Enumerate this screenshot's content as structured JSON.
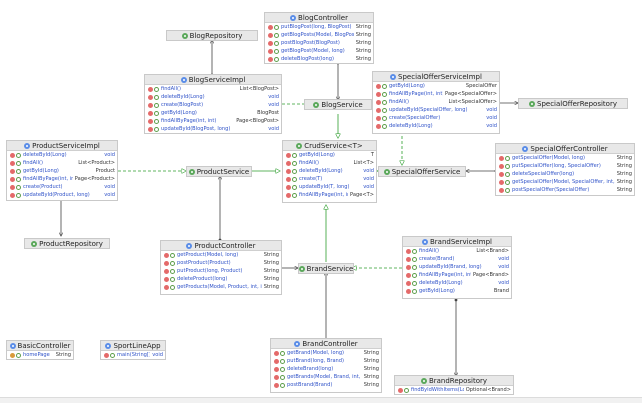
{
  "colors": {
    "realization": "#2e9e2e",
    "dependency": "#444444",
    "method_icon": "#e46a6a",
    "field_icon": "#d99a3b"
  },
  "boxes": {
    "blog_controller": {
      "title": "BlogController",
      "members": [
        {
          "n": "putBlogPost(long, BlogPost)",
          "t": "String"
        },
        {
          "n": "getBlogPosts(Model, BlogPost, int, int)",
          "t": "String"
        },
        {
          "n": "postBlogPost(BlogPost)",
          "t": "String"
        },
        {
          "n": "getBlogPost(Model, long)",
          "t": "String"
        },
        {
          "n": "deleteBlogPost(long)",
          "t": "String"
        }
      ]
    },
    "blog_repository": {
      "title": "BlogRepository",
      "members": []
    },
    "blog_service_impl": {
      "title": "BlogServiceImpl",
      "members": [
        {
          "n": "findAll()",
          "t": "List<BlogPost>"
        },
        {
          "n": "deleteById(Long)",
          "t": "void"
        },
        {
          "n": "create(BlogPost)",
          "t": "void"
        },
        {
          "n": "getById(Long)",
          "t": "BlogPost"
        },
        {
          "n": "findAllByPage(int, int)",
          "t": "Page<BlogPost>"
        },
        {
          "n": "updateById(BlogPost, long)",
          "t": "void"
        }
      ]
    },
    "blog_service": {
      "title": "BlogService",
      "members": []
    },
    "special_offer_service_impl": {
      "title": "SpecialOfferServiceImpl",
      "members": [
        {
          "n": "getById(Long)",
          "t": "SpecialOffer"
        },
        {
          "n": "findAllByPage(int, int)",
          "t": "Page<SpecialOffer>"
        },
        {
          "n": "findAll()",
          "t": "List<SpecialOffer>"
        },
        {
          "n": "updateById(SpecialOffer, long)",
          "t": "void"
        },
        {
          "n": "create(SpecialOffer)",
          "t": "void"
        },
        {
          "n": "deleteById(Long)",
          "t": "void"
        }
      ]
    },
    "special_offer_repository": {
      "title": "SpecialOfferRepository",
      "members": []
    },
    "product_service_impl": {
      "title": "ProductServiceImpl",
      "members": [
        {
          "n": "deleteById(Long)",
          "t": "void"
        },
        {
          "n": "findAll()",
          "t": "List<Product>"
        },
        {
          "n": "getById(Long)",
          "t": "Product"
        },
        {
          "n": "findAllByPage(int, int)",
          "t": "Page<Product>"
        },
        {
          "n": "create(Product)",
          "t": "void"
        },
        {
          "n": "updateById(Product, long)",
          "t": "void"
        }
      ]
    },
    "product_service": {
      "title": "ProductService",
      "members": []
    },
    "crud_service": {
      "title": "CrudService<T>",
      "members": [
        {
          "n": "getById(Long)",
          "t": "T"
        },
        {
          "n": "findAll()",
          "t": "List<T>"
        },
        {
          "n": "deleteById(Long)",
          "t": "void"
        },
        {
          "n": "create(T)",
          "t": "void"
        },
        {
          "n": "updateById(T, long)",
          "t": "void"
        },
        {
          "n": "findAllByPage(int, int)",
          "t": "Page<T>"
        }
      ]
    },
    "special_offer_service": {
      "title": "SpecialOfferService",
      "members": []
    },
    "special_offer_controller": {
      "title": "SpecialOfferController",
      "members": [
        {
          "n": "getSpecialOffer(Model, long)",
          "t": "String"
        },
        {
          "n": "putSpecialOffer(long, SpecialOffer)",
          "t": "String"
        },
        {
          "n": "deleteSpecialOffer(long)",
          "t": "String"
        },
        {
          "n": "getSpecialOffer(Model, SpecialOffer, int, int)",
          "t": "String"
        },
        {
          "n": "postSpecialOffer(SpecialOffer)",
          "t": "String"
        }
      ]
    },
    "product_repository": {
      "title": "ProductRepository",
      "members": []
    },
    "product_controller": {
      "title": "ProductController",
      "members": [
        {
          "n": "getProduct(Model, long)",
          "t": "String"
        },
        {
          "n": "postProduct(Product)",
          "t": "String"
        },
        {
          "n": "putProduct(long, Product)",
          "t": "String"
        },
        {
          "n": "deleteProduct(long)",
          "t": "String"
        },
        {
          "n": "getProducts(Model, Product, int, int)",
          "t": "String"
        }
      ]
    },
    "brand_service": {
      "title": "BrandService",
      "members": []
    },
    "brand_service_impl": {
      "title": "BrandServiceImpl",
      "members": [
        {
          "n": "findAll()",
          "t": "List<Brand>"
        },
        {
          "n": "create(Brand)",
          "t": "void"
        },
        {
          "n": "updateById(Brand, long)",
          "t": "void"
        },
        {
          "n": "findAllByPage(int, int)",
          "t": "Page<Brand>"
        },
        {
          "n": "deleteById(Long)",
          "t": "void"
        },
        {
          "n": "getById(Long)",
          "t": "Brand"
        }
      ]
    },
    "basic_controller": {
      "title": "BasicController",
      "members": [
        {
          "n": "homePage",
          "t": "String",
          "field": true
        }
      ]
    },
    "sport_line_app": {
      "title": "SportLineApp",
      "members": [
        {
          "n": "main(String[])",
          "t": "void"
        }
      ]
    },
    "brand_controller": {
      "title": "BrandController",
      "members": [
        {
          "n": "getBrand(Model, long)",
          "t": "String"
        },
        {
          "n": "putBrand(long, Brand)",
          "t": "String"
        },
        {
          "n": "deleteBrand(long)",
          "t": "String"
        },
        {
          "n": "getBrands(Model, Brand, int, int)",
          "t": "String"
        },
        {
          "n": "postBrand(Brand)",
          "t": "String"
        }
      ]
    },
    "brand_repository": {
      "title": "BrandRepository",
      "members": [
        {
          "n": "findByIdWithItems(Long)",
          "t": "Optional<Brand>"
        }
      ]
    }
  }
}
